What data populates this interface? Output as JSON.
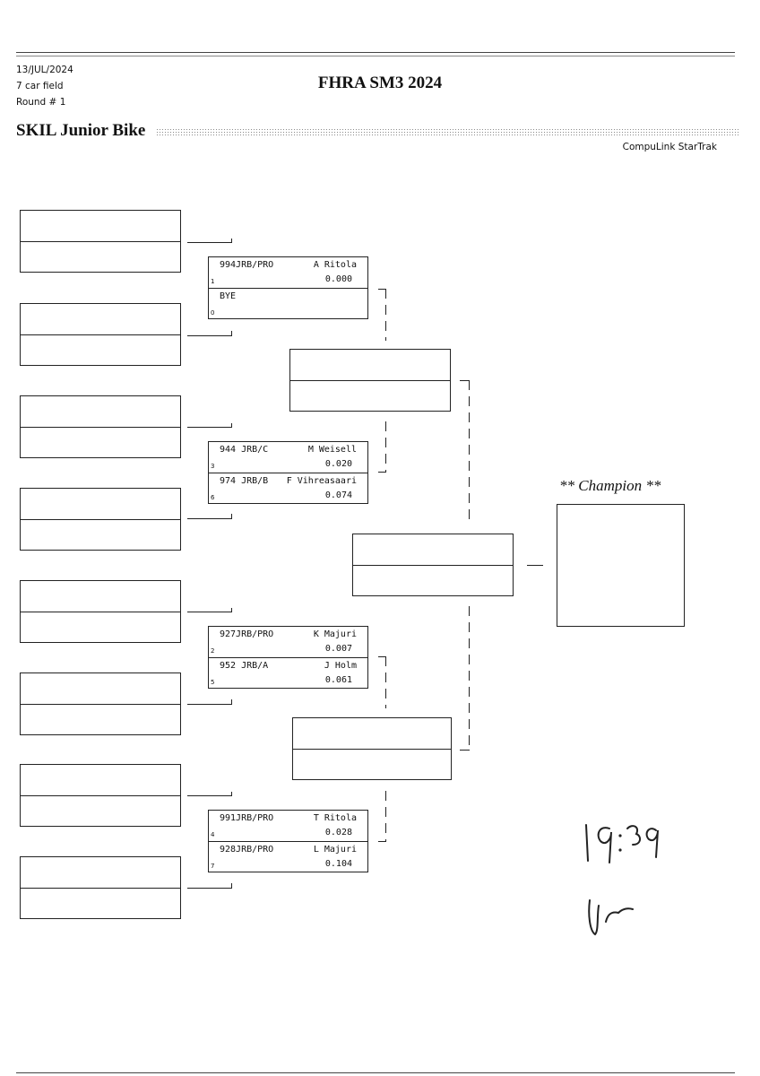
{
  "header": {
    "date": "13/JUL/2024",
    "field": "7 car field",
    "round": "Round # 1",
    "title": "FHRA SM3 2024",
    "event": "SKIL Junior Bike",
    "brand": "CompuLink StarTrak"
  },
  "matches": [
    {
      "top": {
        "car": "994JRB/PRO",
        "name": "A Ritola",
        "rt": "0.000",
        "lane": "1"
      },
      "bottom": {
        "car": "BYE",
        "name": "",
        "rt": "",
        "lane": "0"
      }
    },
    {
      "top": {
        "car": "944 JRB/C",
        "name": "M Weisell",
        "rt": "0.020",
        "lane": "3"
      },
      "bottom": {
        "car": "974 JRB/B",
        "name": "F Vihreasaari",
        "rt": "0.074",
        "lane": "6"
      }
    },
    {
      "top": {
        "car": "927JRB/PRO",
        "name": "K Majuri",
        "rt": "0.007",
        "lane": "2"
      },
      "bottom": {
        "car": "952 JRB/A",
        "name": "J Holm",
        "rt": "0.061",
        "lane": "5"
      }
    },
    {
      "top": {
        "car": "991JRB/PRO",
        "name": "T Ritola",
        "rt": "0.028",
        "lane": "4"
      },
      "bottom": {
        "car": "928JRB/PRO",
        "name": "L Majuri",
        "rt": "0.104",
        "lane": "7"
      }
    }
  ],
  "champion_label": "** Champion **",
  "handwriting": {
    "time": "19:39",
    "initials": "Ur"
  }
}
